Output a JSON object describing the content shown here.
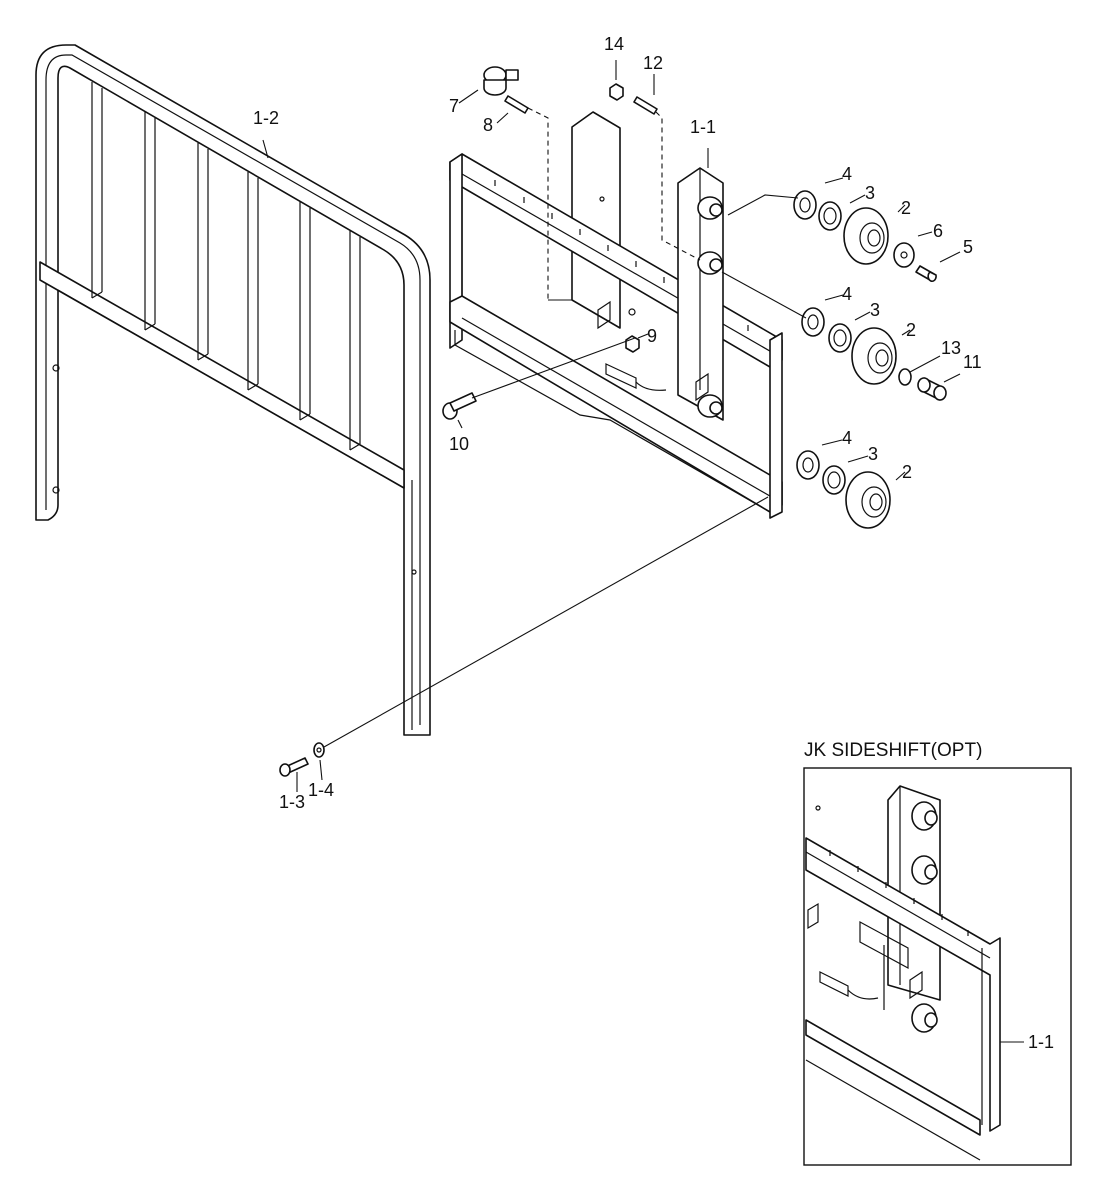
{
  "inset": {
    "title": "JK SIDESHIFT(OPT)",
    "callout": "1-1"
  },
  "callouts": {
    "c1_1": "1-1",
    "c1_2": "1-2",
    "c1_3": "1-3",
    "c1_4": "1-4",
    "c2a": "2",
    "c2b": "2",
    "c2c": "2",
    "c3a": "3",
    "c3b": "3",
    "c3c": "3",
    "c4a": "4",
    "c4b": "4",
    "c4c": "4",
    "c5": "5",
    "c6": "6",
    "c7": "7",
    "c8": "8",
    "c9": "9",
    "c10": "10",
    "c11": "11",
    "c12": "12",
    "c13": "13",
    "c14": "14"
  }
}
